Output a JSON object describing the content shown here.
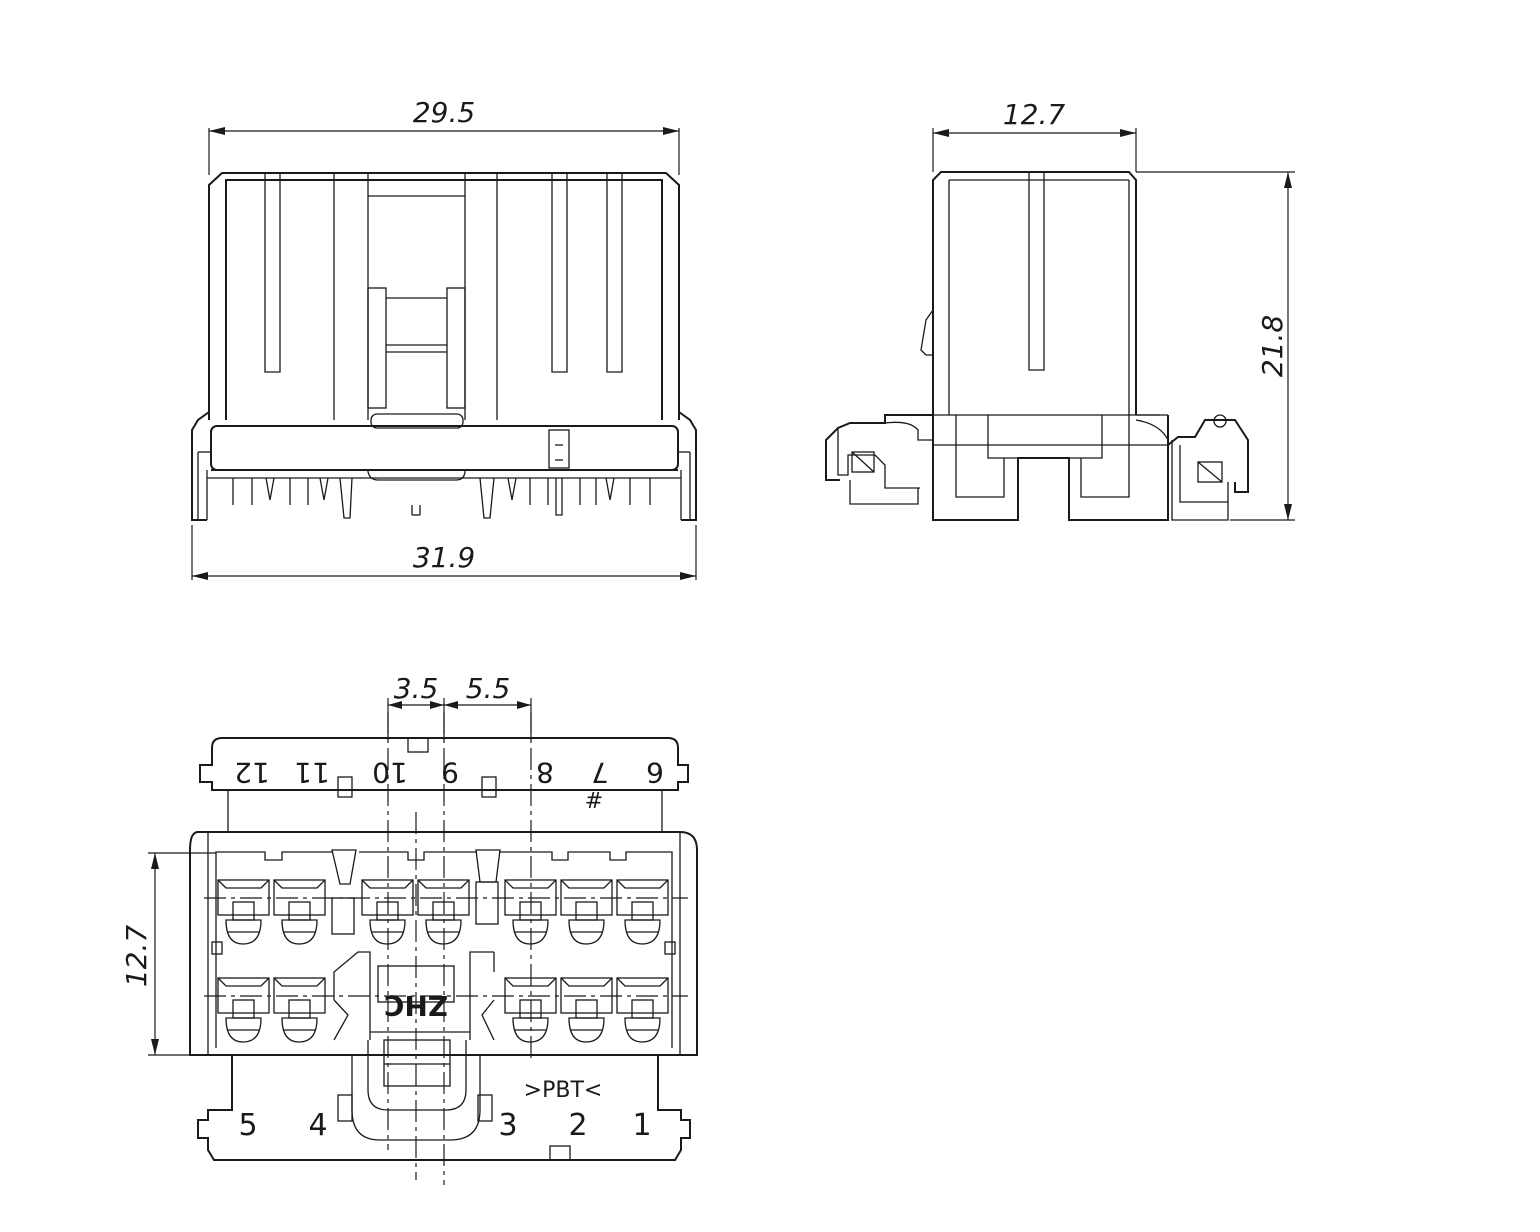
{
  "dimensions": {
    "front_width_top": "29.5",
    "front_width_bottom": "31.9",
    "side_width": "12.7",
    "side_height": "21.8",
    "pitch_a": "3.5",
    "pitch_b": "5.5",
    "face_height": "12.7"
  },
  "pins_top": [
    "12",
    "11",
    "10",
    "9",
    "8",
    "7",
    "6"
  ],
  "pins_bottom": [
    "5",
    "4",
    "3",
    "2",
    "1"
  ],
  "marking": "#",
  "brand": "ZHC",
  "material": ">PBT<"
}
